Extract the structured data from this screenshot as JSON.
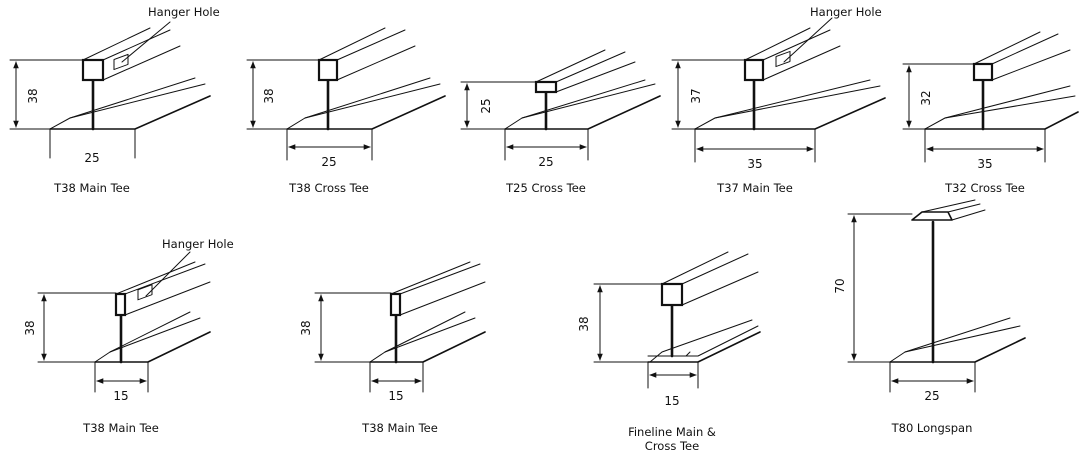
{
  "labels": {
    "hanger_hole": "Hanger Hole"
  },
  "profiles": [
    {
      "caption": "T38 Main Tee",
      "height": "38",
      "width": "25"
    },
    {
      "caption": "T38 Cross Tee",
      "height": "38",
      "width": "25"
    },
    {
      "caption": "T25 Cross Tee",
      "height": "25",
      "width": "25"
    },
    {
      "caption": "T37 Main Tee",
      "height": "37",
      "width": "35"
    },
    {
      "caption": "T32 Cross Tee",
      "height": "32",
      "width": "35"
    },
    {
      "caption": "T38 Main Tee",
      "height": "38",
      "width": "15"
    },
    {
      "caption": "T38 Main Tee",
      "height": "38",
      "width": "15"
    },
    {
      "caption_line1": "Fineline Main &",
      "caption_line2": "Cross Tee",
      "height": "38",
      "width": "15"
    },
    {
      "caption": "T80 Longspan",
      "height": "70",
      "width": "25"
    }
  ]
}
